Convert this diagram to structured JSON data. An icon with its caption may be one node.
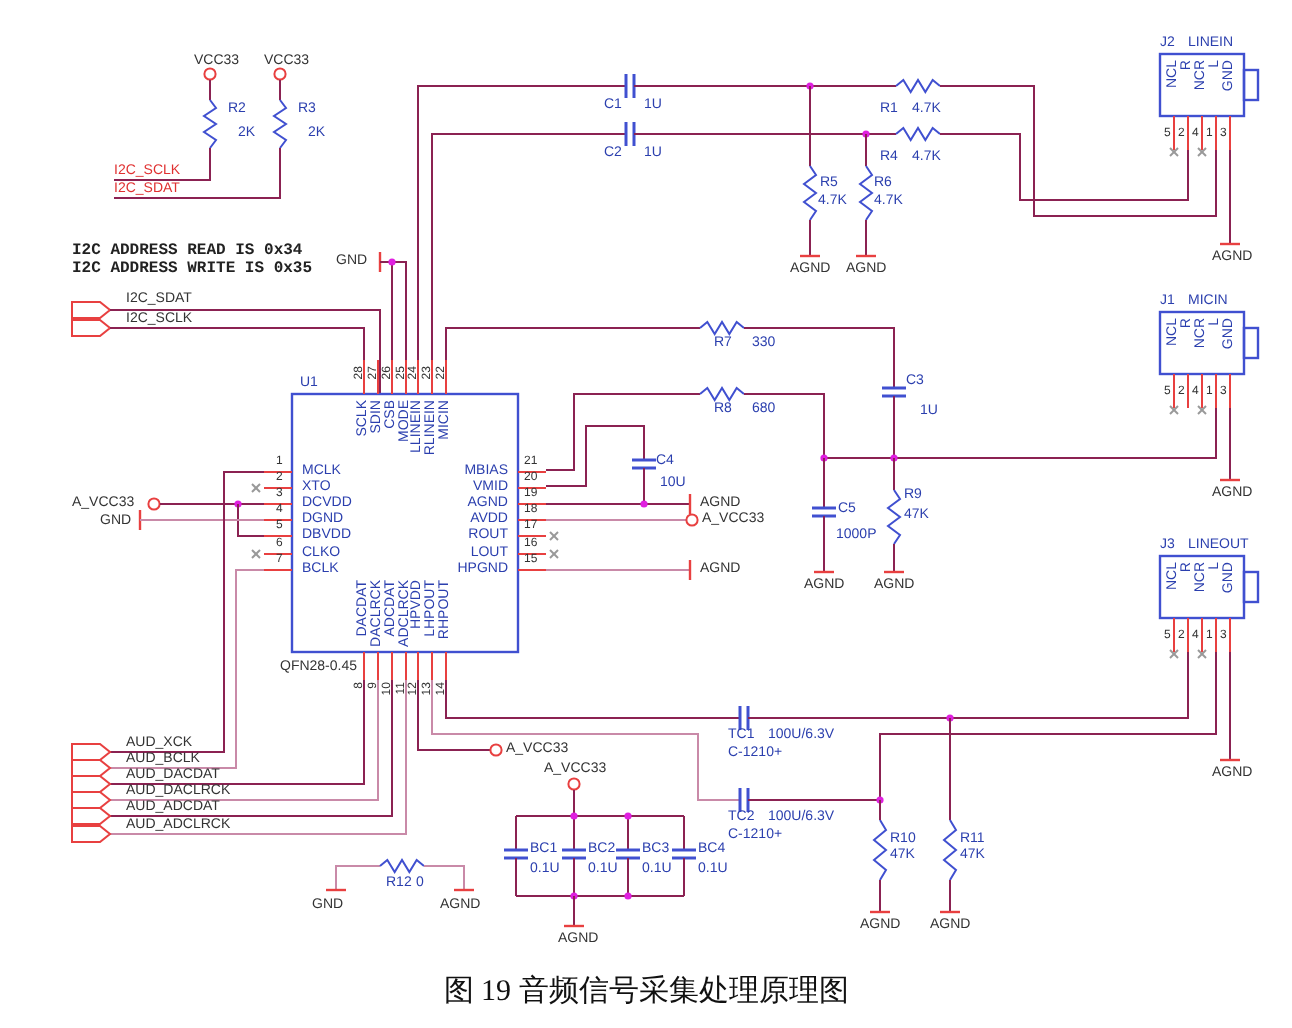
{
  "diagram": {
    "caption": "图 19 音频信号采集处理原理图",
    "labels": [
      "VCC33",
      "VCC33",
      "R2",
      "2K",
      "R3",
      "2K",
      "C1",
      "1U",
      "R1",
      "4.7K",
      "J2",
      "LINEIN",
      "NCL",
      "R",
      "NCR",
      "L",
      "GND",
      "C2",
      "1U",
      "R4",
      "4.7K",
      "5",
      "2",
      "4",
      "1",
      "3",
      "I2C_SCLK",
      "I2C_SDAT",
      "R5",
      "4.7K",
      "R6",
      "4.7K",
      "AGND",
      "AGND",
      "AGND",
      "I2C ADDRESS READ IS 0x34",
      "I2C ADDRESS WRITE IS 0x35",
      "GND",
      "I2C_SDAT",
      "I2C_SCLK",
      "J1",
      "MICIN",
      "NCL",
      "R",
      "NCR",
      "L",
      "GND",
      "5",
      "2",
      "4",
      "1",
      "3",
      "R7",
      "330",
      "28",
      "27",
      "26",
      "25",
      "24",
      "23",
      "22",
      "SCLK",
      "SDIN",
      "CSB",
      "MODE",
      "LLINEIN",
      "RLINEIN",
      "MICIN",
      "U1",
      "C3",
      "R8",
      "680",
      "1U",
      "1",
      "MCLK",
      "MBIAS",
      "21",
      "2",
      "XTO",
      "VMID",
      "20",
      "3",
      "DCVDD",
      "AGND",
      "19",
      "4",
      "DGND",
      "AVDD",
      "18",
      "5",
      "DBVDD",
      "ROUT",
      "17",
      "6",
      "CLKO",
      "LOUT",
      "16",
      "7",
      "BCLK",
      "HPGND",
      "15",
      "C4",
      "10U",
      "A_VCC33",
      "GND",
      "AGND",
      "A_VCC33",
      "C5",
      "R9",
      "47K",
      "1000P",
      "J3",
      "LINEOUT",
      "AGND",
      "AGND",
      "AGND",
      "AGND",
      "DACDAT",
      "DACLRCK",
      "ADCDAT",
      "ADCLRCK",
      "HPVDD",
      "LHPOUT",
      "RHPOUT",
      "NCL",
      "R",
      "NCR",
      "L",
      "GND",
      "5",
      "2",
      "4",
      "1",
      "3",
      "QFN28-0.45",
      "8",
      "9",
      "10",
      "11",
      "12",
      "13",
      "14",
      "A_VCC33",
      "AUD_XCK",
      "TC1",
      "100U/6.3V",
      "C-1210+",
      "AUD_BCLK",
      "AUD_DACDAT",
      "A_VCC33",
      "AGND",
      "AUD_DACLRCK",
      "AUD_ADCDAT",
      "TC2",
      "100U/6.3V",
      "AUD_ADCLRCK",
      "C-1210+",
      "R10",
      "47K",
      "R11",
      "47K",
      "BC1",
      "0.1U",
      "BC2",
      "0.1U",
      "BC3",
      "0.1U",
      "BC4",
      "0.1U",
      "R12",
      "0",
      "GND",
      "AGND",
      "AGND",
      "AGND",
      "AGND"
    ]
  }
}
